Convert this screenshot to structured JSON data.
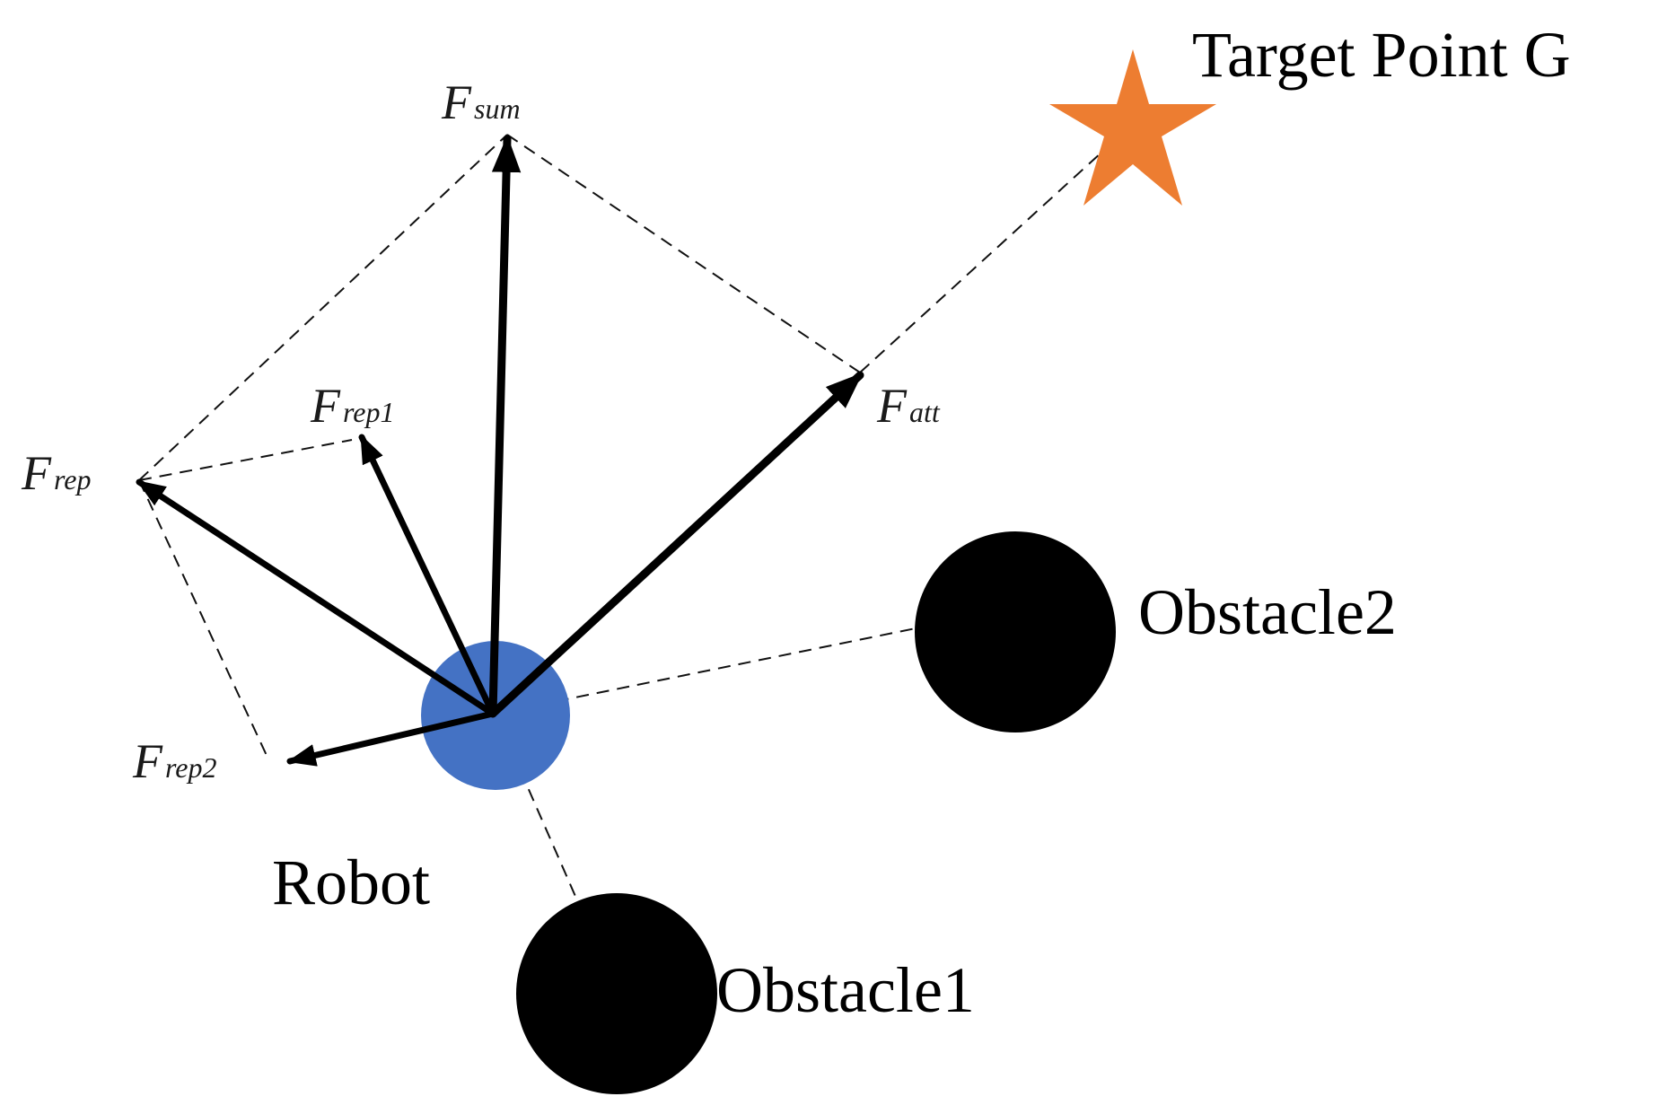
{
  "labels": {
    "target": "Target Point G",
    "obstacle1": "Obstacle1",
    "obstacle2": "Obstacle2",
    "robot": "Robot"
  },
  "forces": {
    "sum": {
      "main": "F",
      "sub": "sum"
    },
    "att": {
      "main": "F",
      "sub": "att"
    },
    "rep": {
      "main": "F",
      "sub": "rep"
    },
    "rep1": {
      "main": "F",
      "sub": "rep1"
    },
    "rep2": {
      "main": "F",
      "sub": "rep2"
    }
  },
  "colors": {
    "robot": "#4472C4",
    "target": "#ED7D31",
    "obstacle": "#000000",
    "vector": "#000000"
  }
}
